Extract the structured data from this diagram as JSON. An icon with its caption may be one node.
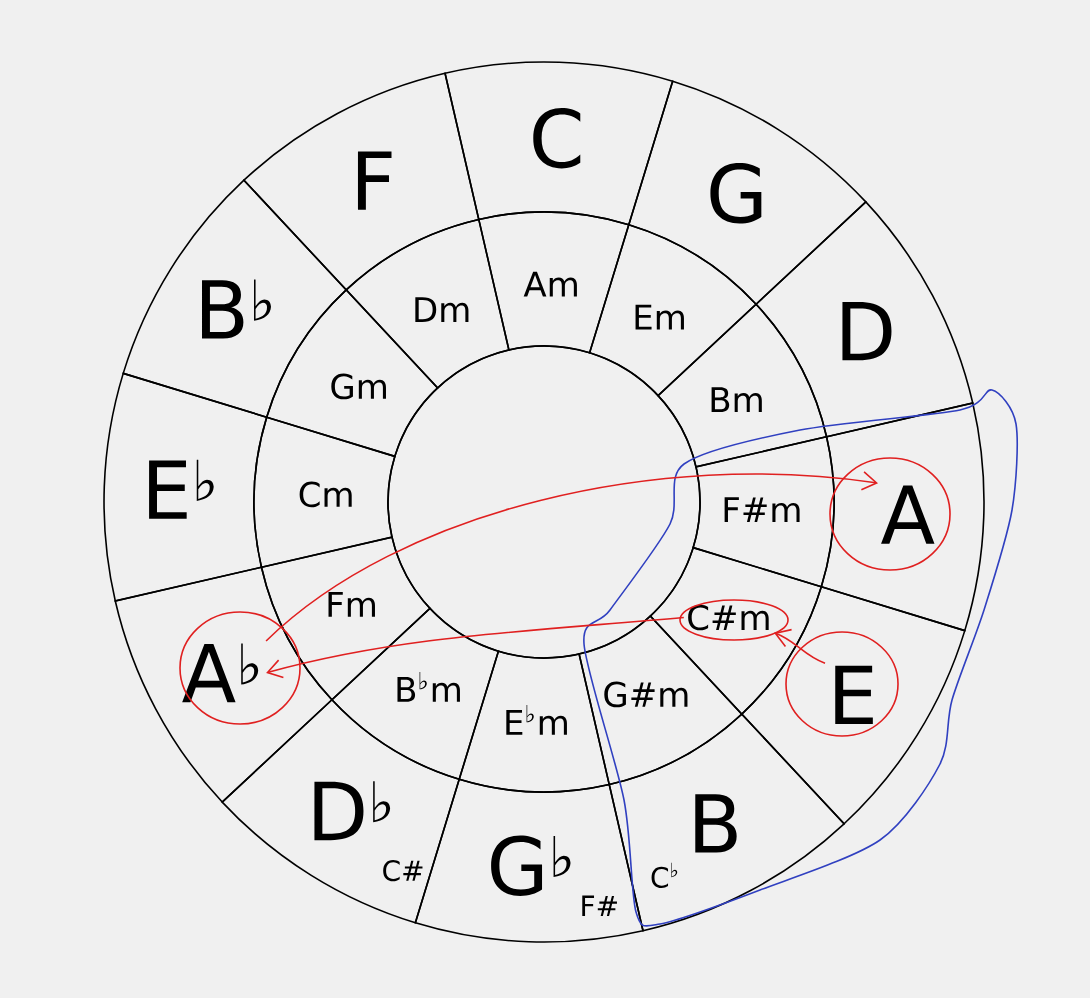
{
  "diagram": {
    "nodes": [
      {
        "text": [
          "C"
        ]
      },
      {
        "text": [
          "G"
        ]
      },
      {
        "text": [
          "D"
        ]
      },
      {
        "text": [
          "A"
        ]
      },
      {
        "text": [
          "E"
        ]
      },
      {
        "text": [
          "B",
          "C$^{♭}$"
        ]
      },
      {
        "text": [
          "G$^{♭}$",
          "F#"
        ]
      },
      {
        "text": [
          "D$^{♭}$",
          "C#"
        ]
      },
      {
        "text": [
          "A$^{♭}$"
        ]
      },
      {
        "text": [
          "E$^{♭}$"
        ]
      },
      {
        "text": [
          "B$^{♭}$"
        ]
      },
      {
        "text": [
          "F"
        ]
      },
      {
        "text": [
          "Am"
        ]
      },
      {
        "text": [
          "Em"
        ]
      },
      {
        "text": [
          "Bm"
        ]
      },
      {
        "text": [
          "F#m"
        ]
      },
      {
        "text": [
          "C#m"
        ]
      },
      {
        "text": [
          "G#m"
        ]
      },
      {
        "text": [
          "E$^{♭}$m"
        ]
      },
      {
        "text": [
          "B$^{♭}$m"
        ]
      },
      {
        "text": [
          "Fm"
        ]
      },
      {
        "text": [
          "Cm"
        ]
      },
      {
        "text": [
          "Gm"
        ]
      },
      {
        "text": [
          "Dm"
        ]
      }
    ],
    "edges": [
      {
        "from": 8,
        "to": 3,
        "arrow": "to"
      },
      {
        "from": 16,
        "to": 8,
        "arrow": "to"
      },
      {
        "from": 4,
        "to": 16,
        "arrow": "to"
      }
    ]
  }
}
